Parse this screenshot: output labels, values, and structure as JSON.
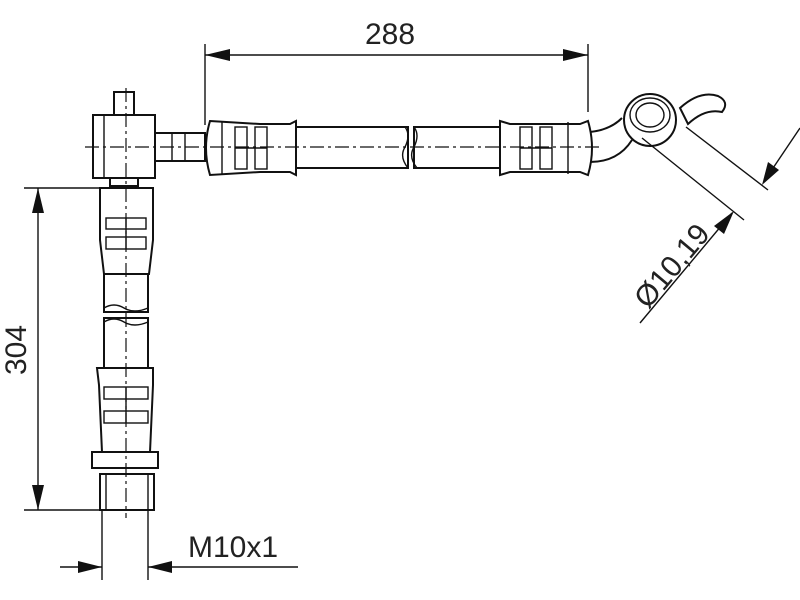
{
  "drawing": {
    "dimensions": {
      "length_horizontal": "288",
      "length_vertical": "304",
      "diameter": "Ø10,19",
      "thread": "M10x1"
    },
    "line_color": "#111111",
    "background_color": "#ffffff"
  }
}
